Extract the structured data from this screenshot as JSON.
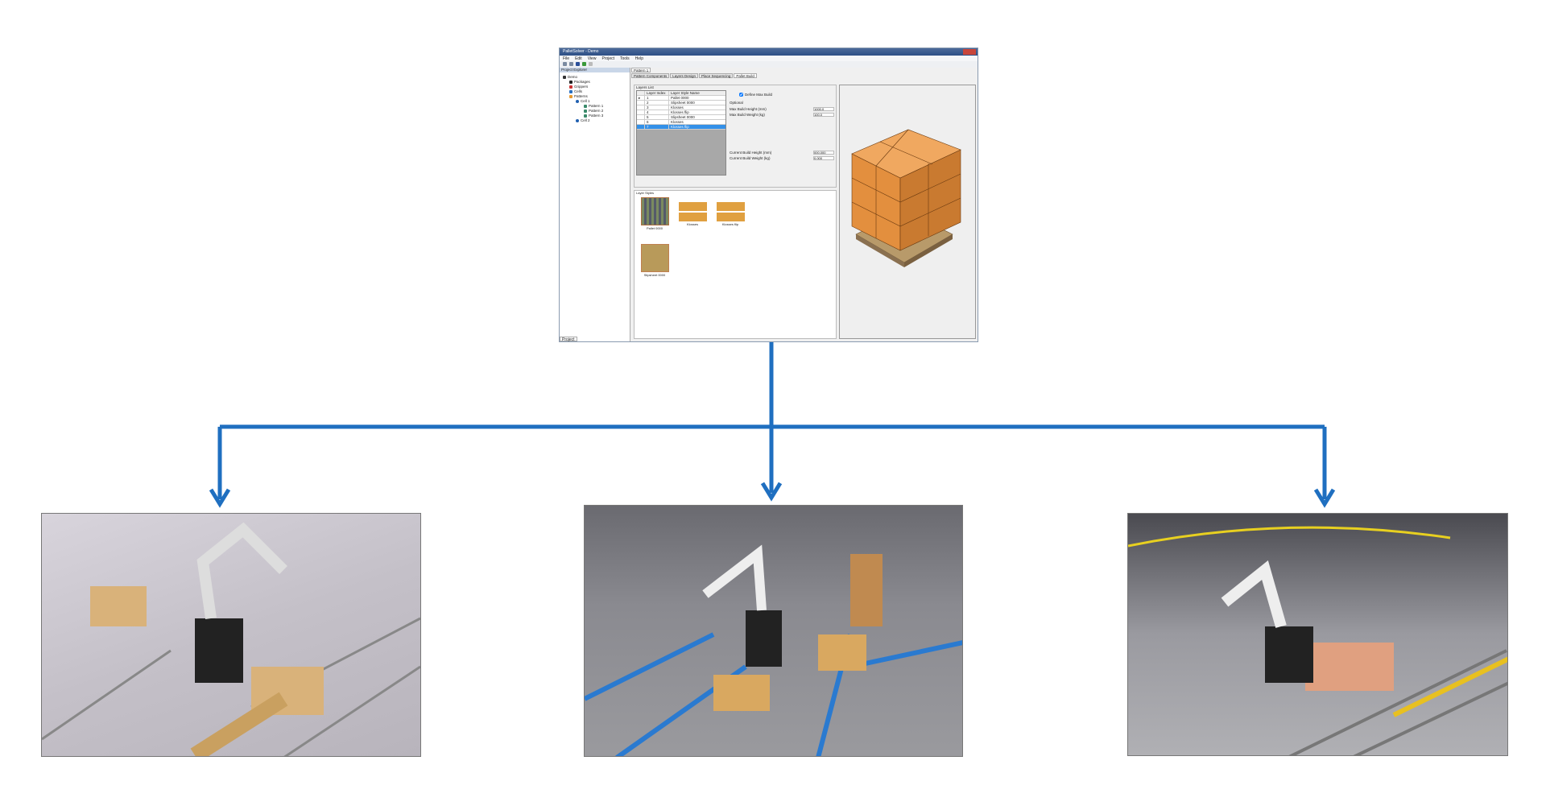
{
  "app": {
    "title": "PalletSolver - Demo",
    "menu": [
      "File",
      "Edit",
      "View",
      "Project",
      "Tools",
      "Help"
    ],
    "explorer": {
      "title": "Project Explorer",
      "items": [
        "Demo",
        "Packages",
        "Grippers",
        "Cells",
        "Patterns",
        "Cell 1",
        "Pattern 1",
        "Pattern 2",
        "Pattern 3",
        "Cell 2"
      ],
      "bottom_tab": "Project"
    },
    "doc_tab": "Pattern 1",
    "tabs": [
      "Pattern Components",
      "Layers Design",
      "Place Sequencing",
      "Pallet Build"
    ],
    "active_tab": "Pallet Build",
    "layers": {
      "title": "Layers List",
      "columns": [
        "Layer Index",
        "Layer Style Name"
      ],
      "rows": [
        [
          "1",
          "Pallet 0000"
        ],
        [
          "2",
          "Slipsheet 0000"
        ],
        [
          "3",
          "Klosses"
        ],
        [
          "4",
          "Klosses flip"
        ],
        [
          "5",
          "Slipsheet 0000"
        ],
        [
          "6",
          "Klosses"
        ],
        [
          "7",
          "Klosses flip"
        ]
      ],
      "selected_row": 7
    },
    "props": {
      "define_max_label": "Define Max Build",
      "define_max_checked": true,
      "optional": "Optional",
      "max_height_label": "Max Build Height (mm)",
      "max_height": "1000.0",
      "max_weight_label": "Max Build Weight (kg)",
      "max_weight": "100.0",
      "cur_height_label": "Current Build Height (mm)",
      "cur_height": "000.000",
      "cur_weight_label": "Current Build Weight (kg)",
      "cur_weight": "0.000"
    },
    "styles": {
      "title": "Layer Styles",
      "items": [
        "Pallet 0000",
        "Klosses",
        "Klosses flip",
        "Slipsheet 0000"
      ]
    }
  },
  "colors": {
    "arrow": "#1f6fc0",
    "box": "#e9a35a",
    "selection": "#3390e8"
  }
}
